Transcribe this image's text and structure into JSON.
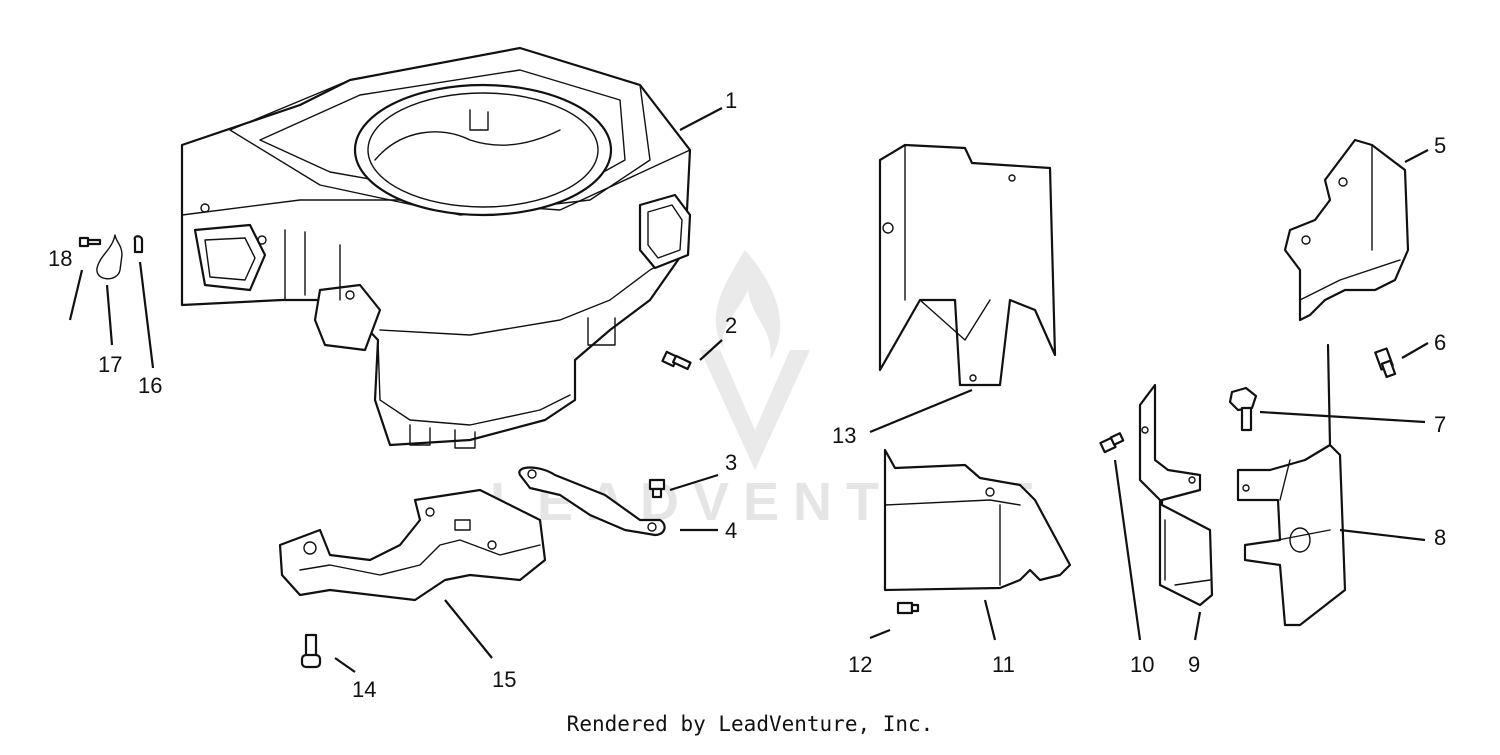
{
  "footer": {
    "text": "Rendered by LeadVenture, Inc."
  },
  "watermark": {
    "text": "LEADVENTURE"
  },
  "callouts": {
    "c1": "1",
    "c2": "2",
    "c3": "3",
    "c4": "4",
    "c5": "5",
    "c6": "6",
    "c7": "7",
    "c8": "8",
    "c9": "9",
    "c10": "10",
    "c11": "11",
    "c12": "12",
    "c13": "13",
    "c14": "14",
    "c15": "15",
    "c16": "16",
    "c17": "17",
    "c18": "18"
  },
  "colors": {
    "line": "#111111",
    "watermark": "#d4d4d4",
    "background": "#ffffff"
  }
}
